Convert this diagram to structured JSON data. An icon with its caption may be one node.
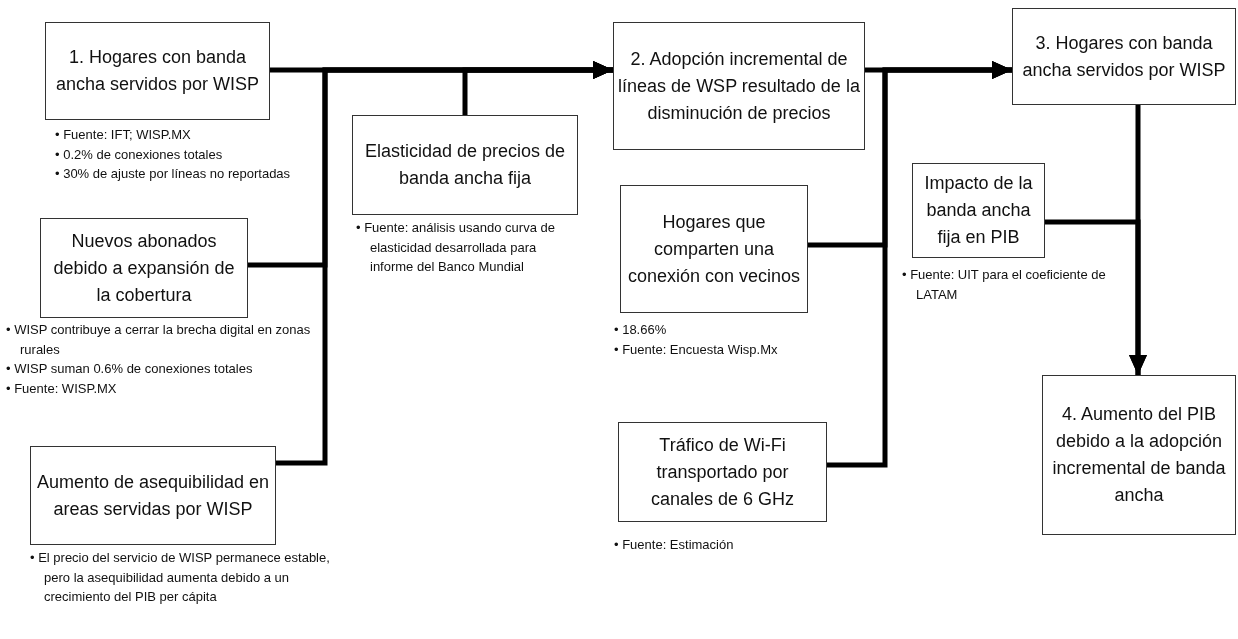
{
  "diagram": {
    "nodes": [
      {
        "text": [
          "1. Hogares con banda ancha servidos por WISP"
        ],
        "beside": [
          "• Fuente: IFT; WISP.MX",
          "• 0.2% de conexiones totales",
          "• 30% de ajuste por líneas no reportadas"
        ]
      },
      {
        "text": [
          "Nuevos abonados debido a expansión de la cobertura"
        ],
        "beside": [
          "• WISP contribuye a cerrar la brecha digital en zonas rurales",
          "• WISP suman 0.6% de conexiones totales",
          "• Fuente: WISP.MX"
        ]
      },
      {
        "text": [
          "Aumento de asequibilidad en areas servidas por WISP"
        ],
        "beside": [
          "• El precio del servicio de WISP permanece estable, pero la asequibilidad aumenta debido a un crecimiento del PIB per cápita"
        ]
      },
      {
        "text": [
          "Elasticidad de precios de banda ancha fija"
        ],
        "beside": [
          "• Fuente: análisis usando curva de elasticidad desarrollada para informe del Banco Mundial"
        ]
      },
      {
        "text": [
          "2. Adopción incremental de líneas de WSP resultado de la disminución de precios"
        ]
      },
      {
        "text": [
          "Hogares que comparten una conexión con vecinos"
        ],
        "beside": [
          "• 18.66%",
          "• Fuente: Encuesta Wisp.Mx"
        ]
      },
      {
        "text": [
          "Tráfico de Wi-Fi transportado por canales de 6 GHz"
        ],
        "beside": [
          "• Fuente: Estimación"
        ]
      },
      {
        "text": [
          "3. Hogares con banda ancha servidos por WISP"
        ]
      },
      {
        "text": [
          "Impacto de la banda ancha fija en PIB"
        ],
        "beside": [
          "• Fuente: UIT para el coeficiente de LATAM"
        ]
      },
      {
        "text": [
          "4. Aumento del PIB debido a la adopción incremental de banda ancha"
        ]
      }
    ],
    "edges": [
      {
        "from": 0,
        "to": 4,
        "arrow": "to"
      },
      {
        "from": 1,
        "to": 4,
        "arrow": "to"
      },
      {
        "from": 2,
        "to": 4,
        "arrow": "to"
      },
      {
        "from": 3,
        "to": 4,
        "arrow": "to"
      },
      {
        "from": 4,
        "to": 7,
        "arrow": "to"
      },
      {
        "from": 5,
        "to": 7,
        "arrow": "to"
      },
      {
        "from": 6,
        "to": 7,
        "arrow": "to"
      },
      {
        "from": 7,
        "to": 9,
        "arrow": "to"
      },
      {
        "from": 8,
        "to": 9,
        "arrow": "to"
      }
    ]
  }
}
